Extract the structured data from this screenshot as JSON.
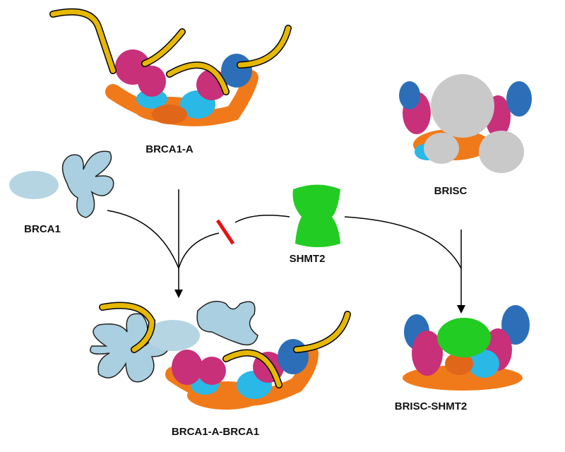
{
  "labels": {
    "brca1_a": "BRCA1-A",
    "brca1": "BRCA1",
    "shmt2": "SHMT2",
    "brisc": "BRISC",
    "brisc_shmt2": "BRISC-SHMT2",
    "brca1_a_brca1": "BRCA1-A-BRCA1"
  },
  "colors": {
    "orange": "#f07a1a",
    "magenta": "#c8307a",
    "blue": "#2c6fb8",
    "cyan": "#2ab8e6",
    "yellow": "#e6b800",
    "gray": "#c9c9c9",
    "green": "#22cc22",
    "light_blue": "#a9cfe0",
    "inhibit": "#e81010"
  }
}
